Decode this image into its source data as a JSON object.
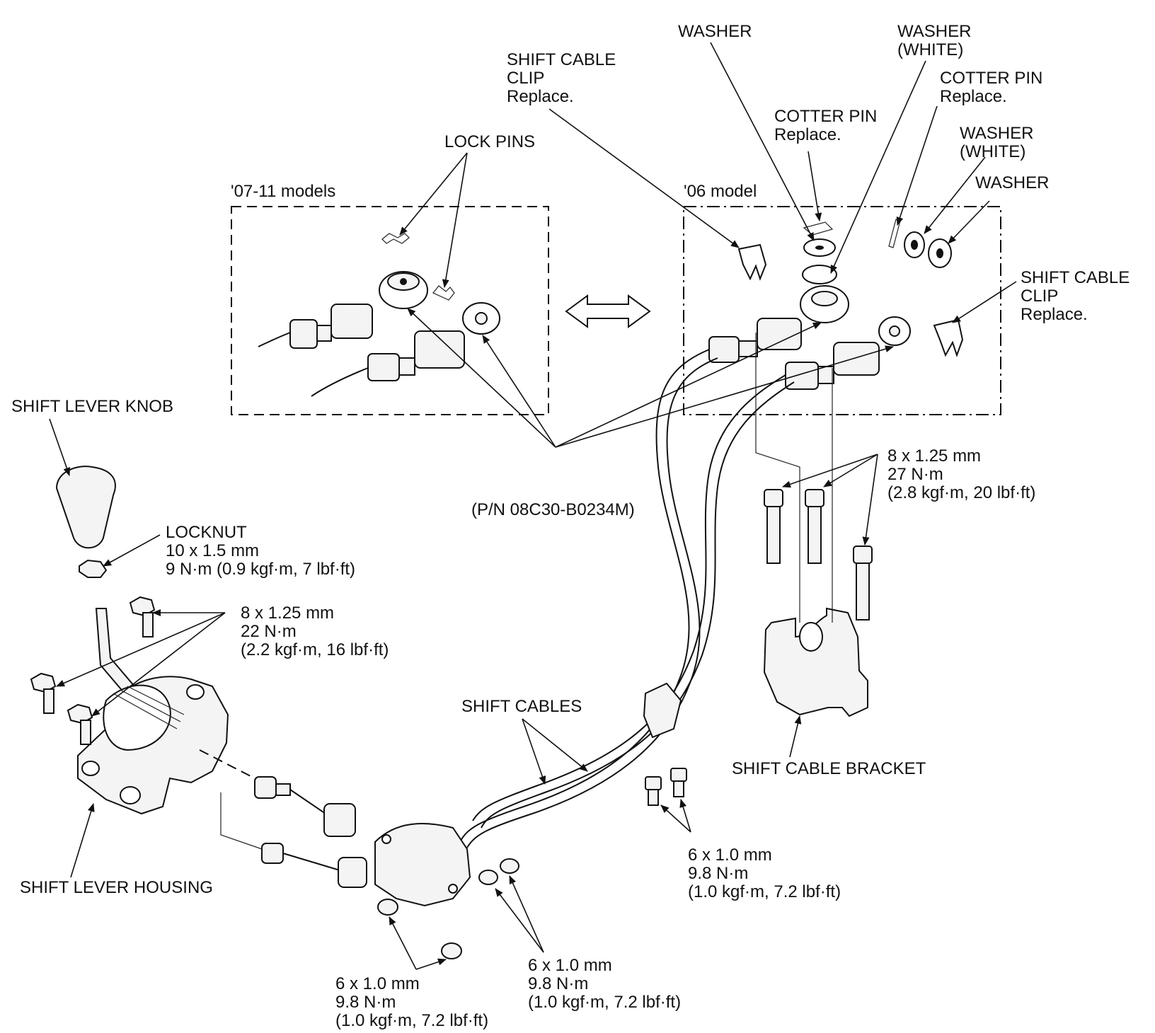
{
  "labels": {
    "washer_1": "WASHER",
    "washer_white_1": "WASHER",
    "washer_white_1b": "(WHITE)",
    "shift_cable_clip_top_1": "SHIFT CABLE",
    "shift_cable_clip_top_2": "CLIP",
    "shift_cable_clip_top_3": "Replace.",
    "cotter_pin_right_1": "COTTER PIN",
    "cotter_pin_right_2": "Replace.",
    "cotter_pin_mid_1": "COTTER PIN",
    "cotter_pin_mid_2": "Replace.",
    "washer_white_2": "WASHER",
    "washer_white_2b": "(WHITE)",
    "washer_2": "WASHER",
    "lock_pins": "LOCK PINS",
    "models_0711": "'07-11 models",
    "model_06": "'06 model",
    "shift_cable_clip_right_1": "SHIFT CABLE",
    "shift_cable_clip_right_2": "CLIP",
    "shift_cable_clip_right_3": "Replace.",
    "shift_lever_knob": "SHIFT LEVER KNOB",
    "pn": "(P/N 08C30-B0234M)",
    "bracket_bolt_1": "8 x 1.25 mm",
    "bracket_bolt_2": "27 N·m",
    "bracket_bolt_3": "(2.8 kgf·m, 20 lbf·ft)",
    "locknut_1": "LOCKNUT",
    "locknut_2": "10 x 1.5 mm",
    "locknut_3": "9 N·m (0.9 kgf·m, 7 lbf·ft)",
    "housing_bolt_1": "8 x 1.25 mm",
    "housing_bolt_2": "22 N·m",
    "housing_bolt_3": "(2.2 kgf·m, 16 lbf·ft)",
    "shift_cables": "SHIFT CABLES",
    "shift_cable_bracket": "SHIFT CABLE BRACKET",
    "bolt_6mm_right_1": "6 x 1.0 mm",
    "bolt_6mm_right_2": "9.8 N·m",
    "bolt_6mm_right_3": "(1.0 kgf·m, 7.2 lbf·ft)",
    "shift_lever_housing": "SHIFT LEVER HOUSING",
    "nut_6mm_mid_1": "6 x 1.0 mm",
    "nut_6mm_mid_2": "9.8 N·m",
    "nut_6mm_mid_3": "(1.0 kgf·m, 7.2 lbf·ft)",
    "nut_6mm_left_1": "6 x 1.0 mm",
    "nut_6mm_left_2": "9.8 N·m",
    "nut_6mm_left_3": "(1.0 kgf·m, 7.2 lbf·ft)"
  }
}
